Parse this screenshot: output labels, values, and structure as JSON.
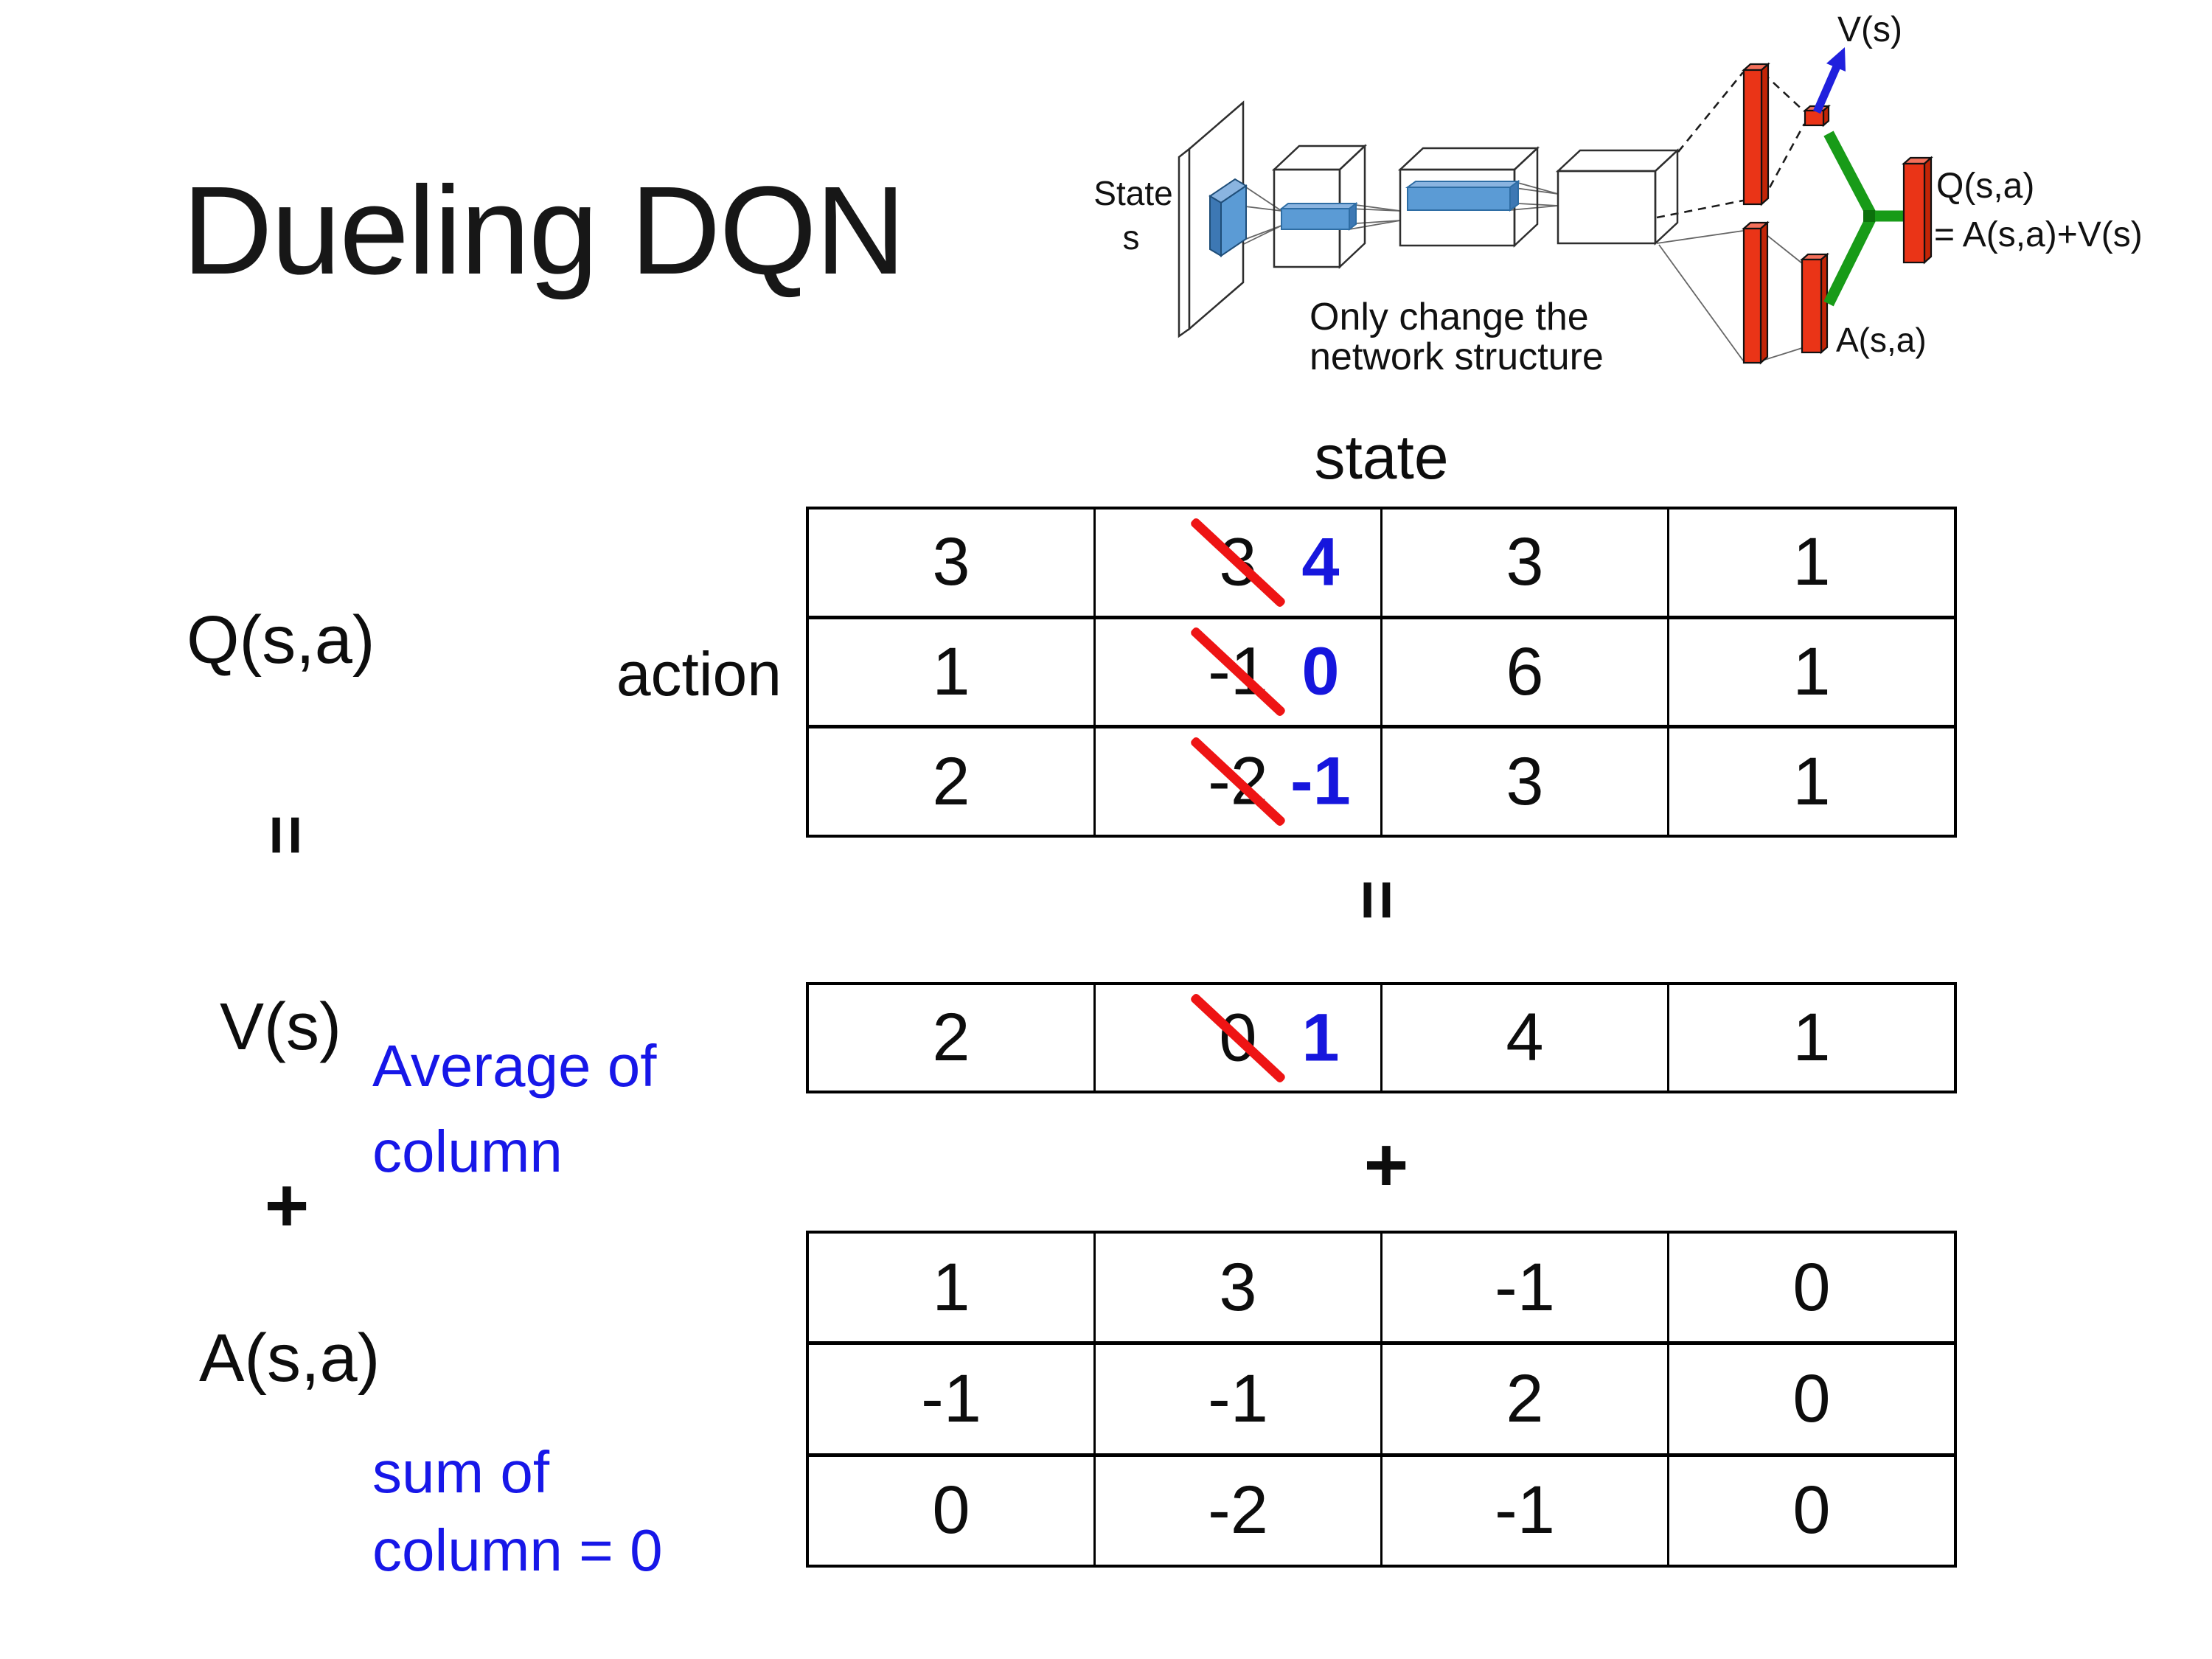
{
  "slide": {
    "title": "Dueling DQN"
  },
  "colors": {
    "strike_red": "#ee1414",
    "replacement_blue": "#1616dd",
    "note_blue": "#1717e8"
  },
  "network_diagram": {
    "state_label": "State",
    "state_sub_label": "s",
    "note_line1": "Only change the",
    "note_line2": "network structure",
    "v_output_label": "V(s)",
    "q_output_label_line1": "Q(s,a)",
    "q_output_label_line2": "= A(s,a)+V(s)",
    "a_output_label": "A(s,a)",
    "colors": {
      "bar_red": "#ea3417",
      "bar_red_top": "#f4705b",
      "bar_red_side": "#c22507",
      "conv_blue": "#5b9bd5",
      "conv_blue_light": "#8ab4e0",
      "conv_blue_dark": "#3d78b4",
      "merge_green": "#189b18",
      "arrow_blue": "#2020dd"
    }
  },
  "equation": {
    "q_label": "Q(s,a)",
    "equals_left": "=",
    "v_label": "V(s)",
    "plus_left": "+",
    "a_label": "A(s,a)",
    "state_header": "state",
    "action_header": "action",
    "equals_center": "=",
    "plus_center": "+",
    "average_note_line1": "Average of",
    "average_note_line2": "column",
    "sum_note_line1": "sum of",
    "sum_note_line2": "column = 0"
  },
  "q_table": {
    "rows": [
      [
        {
          "value": "3"
        },
        {
          "crossed": "3",
          "replacement": "4"
        },
        {
          "value": "3"
        },
        {
          "value": "1"
        }
      ],
      [
        {
          "value": "1"
        },
        {
          "crossed": "-1",
          "replacement": "0"
        },
        {
          "value": "6"
        },
        {
          "value": "1"
        }
      ],
      [
        {
          "value": "2"
        },
        {
          "crossed": "-2",
          "replacement": "-1"
        },
        {
          "value": "3"
        },
        {
          "value": "1"
        }
      ]
    ]
  },
  "v_table": {
    "rows": [
      [
        {
          "value": "2"
        },
        {
          "crossed": "0",
          "replacement": "1"
        },
        {
          "value": "4"
        },
        {
          "value": "1"
        }
      ]
    ]
  },
  "a_table": {
    "rows": [
      [
        {
          "value": "1"
        },
        {
          "value": "3"
        },
        {
          "value": "-1"
        },
        {
          "value": "0"
        }
      ],
      [
        {
          "value": "-1"
        },
        {
          "value": "-1"
        },
        {
          "value": "2"
        },
        {
          "value": "0"
        }
      ],
      [
        {
          "value": "0"
        },
        {
          "value": "-2"
        },
        {
          "value": "-1"
        },
        {
          "value": "0"
        }
      ]
    ]
  }
}
